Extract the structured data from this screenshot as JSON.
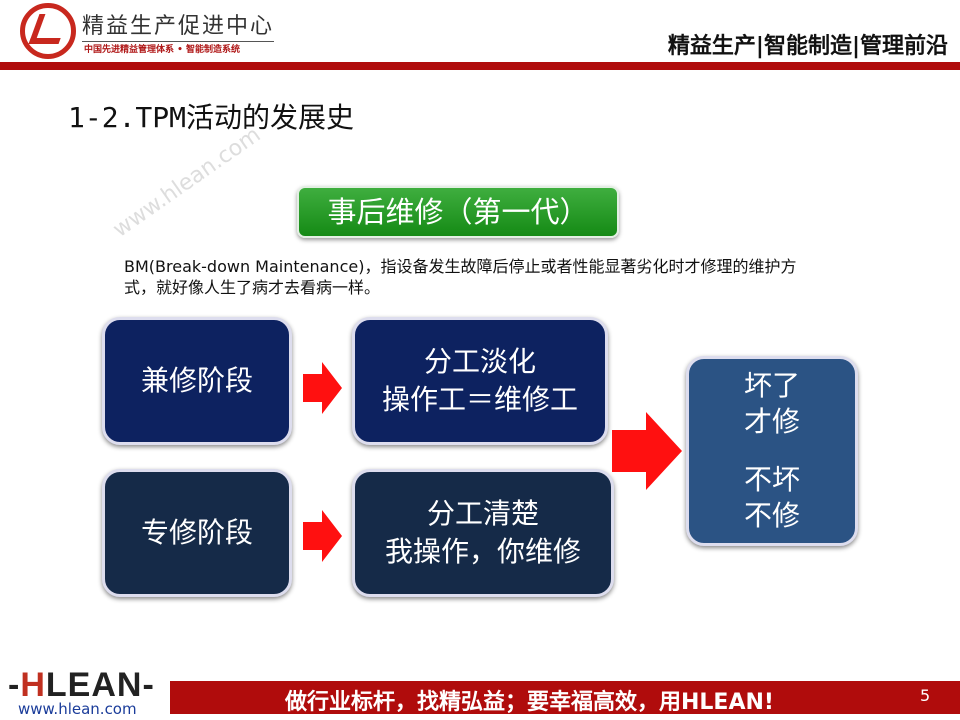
{
  "header": {
    "brand": "精益生产促进中心",
    "brand_sub": "中国先进精益管理体系 • 智能制造系统",
    "tagline": "精益生产|智能制造|管理前沿"
  },
  "slide": {
    "title": "1-2.TPM活动的发展史",
    "watermark": "www.hlean.com",
    "heading": "事后维修（第一代）",
    "description": "BM(Break-down Maintenance)，指设备发生故障后停止或者性能显著劣化时才修理的维护方式，就好像人生了病才去看病一样。",
    "boxes": {
      "stage1": "兼修阶段",
      "stage1_desc_1": "分工淡化",
      "stage1_desc_2": "操作工＝维修工",
      "stage2": "专修阶段",
      "stage2_desc_1": "分工清楚",
      "stage2_desc_2": "我操作，你维修",
      "result_1": "坏了",
      "result_2": "才修",
      "result_3": "不坏",
      "result_4": "不修"
    }
  },
  "footer": {
    "logo_h": "H",
    "logo_rest": "LEAN",
    "url": "www.hlean.com",
    "slogan": "做行业标杆，找精弘益；要幸福高效，用HLEAN!",
    "page": "5"
  },
  "colors": {
    "accent": "#b00c0c",
    "green": "#1e961e",
    "navy": "#0d2260",
    "steel": "#2b5384",
    "arrow": "#ff1010"
  }
}
